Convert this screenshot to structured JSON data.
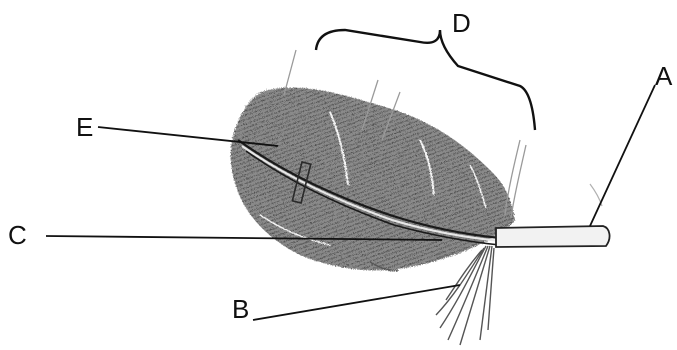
{
  "diagram": {
    "labels": {
      "a": "A",
      "b": "B",
      "c": "C",
      "d": "D",
      "e": "E"
    },
    "colors": {
      "ink": "#111111",
      "vane_dark": "#555555",
      "vane_mid": "#8a8a8a",
      "quill_fill": "#f2f2f2",
      "background": "#ffffff"
    }
  }
}
